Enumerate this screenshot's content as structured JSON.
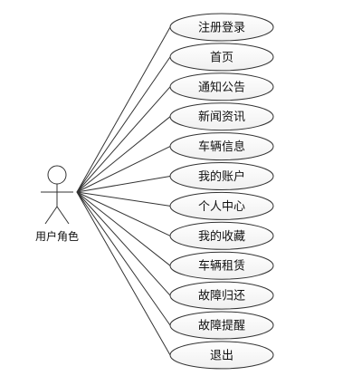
{
  "actor": {
    "name": "用户角色"
  },
  "use_cases": [
    {
      "label": "注册登录"
    },
    {
      "label": "首页"
    },
    {
      "label": "通知公告"
    },
    {
      "label": "新闻资讯"
    },
    {
      "label": "车辆信息"
    },
    {
      "label": "我的账户"
    },
    {
      "label": "个人中心"
    },
    {
      "label": "我的收藏"
    },
    {
      "label": "车辆租赁"
    },
    {
      "label": "故障归还"
    },
    {
      "label": "故障提醒"
    },
    {
      "label": "退出"
    }
  ],
  "colors": {
    "line": "#333333",
    "ellipse_fill_top": "#ffffff",
    "ellipse_fill_bottom": "#f2f2f2",
    "ellipse_stroke": "#333333",
    "background": "#ffffff"
  }
}
